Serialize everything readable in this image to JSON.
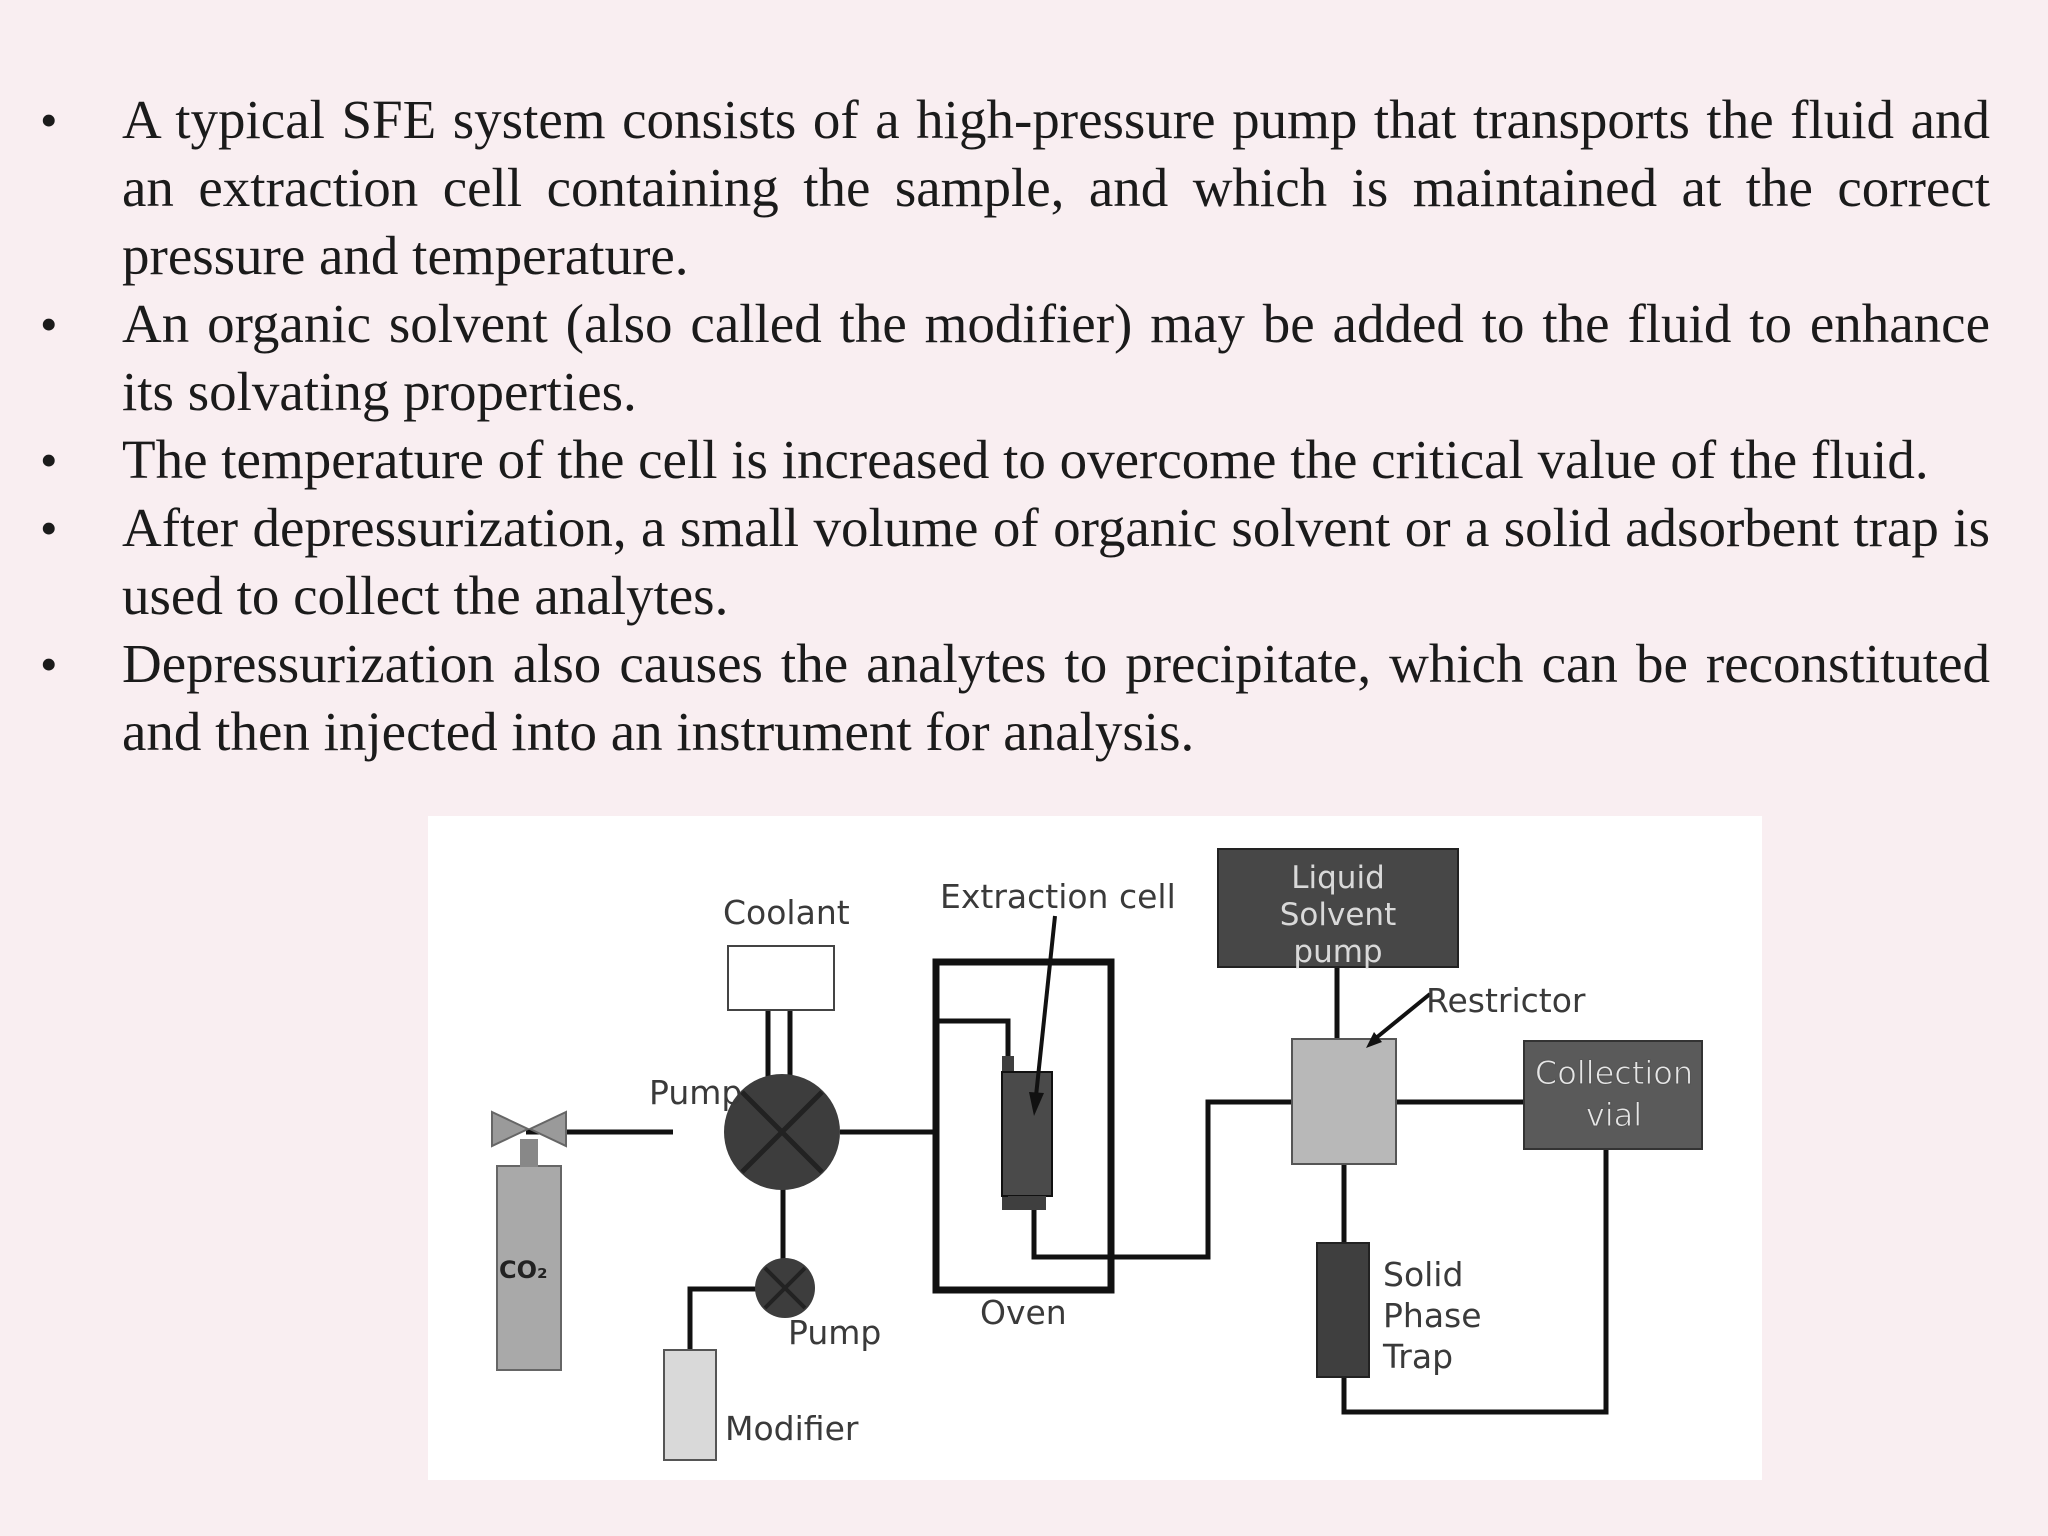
{
  "bullets": [
    "A typical SFE system consists of a high-pressure pump that transports the fluid and an extraction cell containing the sample, and which is maintained at the correct pressure and temperature.",
    "An organic solvent (also called the modifier) may be added to the fluid to enhance its solvating properties.",
    "The temperature of the cell is increased to overcome the critical value of the fluid.",
    "After depressurization, a small volume of organic solvent or a solid adsorbent trap is used to collect the analytes.",
    "Depressurization also causes the analytes to precipitate, which can be reconstituted and then injected into an instrument for analysis."
  ],
  "diagram": {
    "labels": {
      "co2": "CO₂",
      "pump_main": "Pump",
      "coolant": "Coolant",
      "extraction_cell": "Extraction cell",
      "oven": "Oven",
      "pump_modifier": "Pump",
      "modifier": "Modifier",
      "liquid_solvent_pump_line1": "Liquid",
      "liquid_solvent_pump_line2": "Solvent",
      "liquid_solvent_pump_line3": "pump",
      "restrictor": "Restrictor",
      "collection_vial_line1": "Collection",
      "collection_vial_line2": "vial",
      "solid_phase_trap_line1": "Solid",
      "solid_phase_trap_line2": "Phase",
      "solid_phase_trap_line3": "Trap"
    },
    "colors": {
      "dark_component": "#3f3f3f",
      "medium_component": "#5a5a5a",
      "light_component": "#bdbdbd",
      "cylinder": "#a9a9a9",
      "line": "#111111"
    }
  }
}
